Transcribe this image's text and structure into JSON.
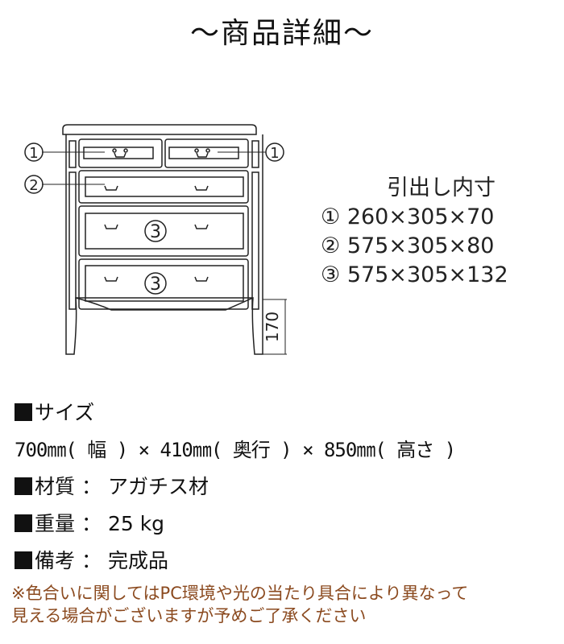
{
  "header": {
    "title": "～商品詳細～"
  },
  "diagram": {
    "callouts": [
      "①",
      "①",
      "②",
      "③",
      "③"
    ],
    "leg_height_label": "170"
  },
  "drawer_dimensions": {
    "heading": "引出し内寸",
    "rows": [
      {
        "marker": "①",
        "value": "260×305×70"
      },
      {
        "marker": "②",
        "value": "575×305×80"
      },
      {
        "marker": "③",
        "value": "575×305×132"
      }
    ]
  },
  "specs": {
    "size_heading": "サイズ",
    "size_value": "700㎜( 幅 ) × 410㎜( 奥行 ) × 850㎜( 高さ )",
    "material_label": "材質",
    "material_value": "アガチス材",
    "weight_label": "重量",
    "weight_value": "25 kg",
    "remarks_label": "備考",
    "remarks_value": "完成品",
    "separator": "："
  },
  "note": {
    "line1": "※色合いに関してはPC環境や光の当たり具合により異なって",
    "line2": "見える場合がございますが予めご了承ください",
    "color": "#8b4a1f"
  }
}
